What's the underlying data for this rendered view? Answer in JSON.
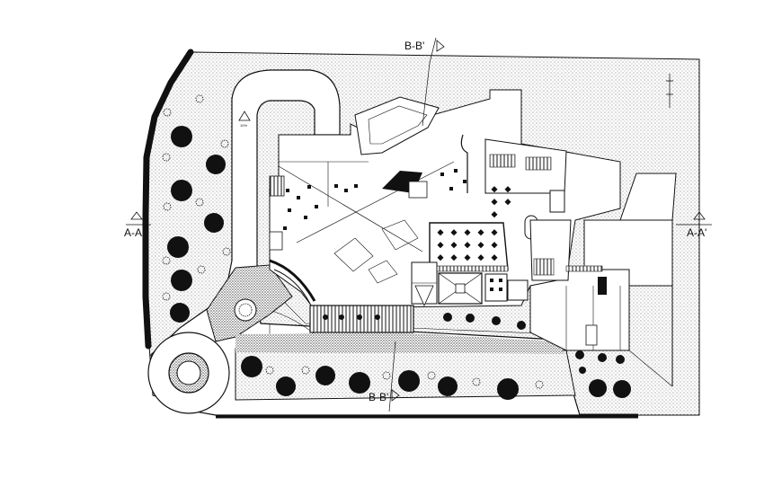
{
  "labels": {
    "section_bb_top": "B-B'",
    "section_bb_bottom": "B-B'",
    "section_aa_left": "A-A'",
    "section_aa_right": "A-A'",
    "slope": "10%"
  },
  "colors": {
    "line": "#111111",
    "paper": "#ffffff",
    "hatch": "#8a8a8a"
  }
}
